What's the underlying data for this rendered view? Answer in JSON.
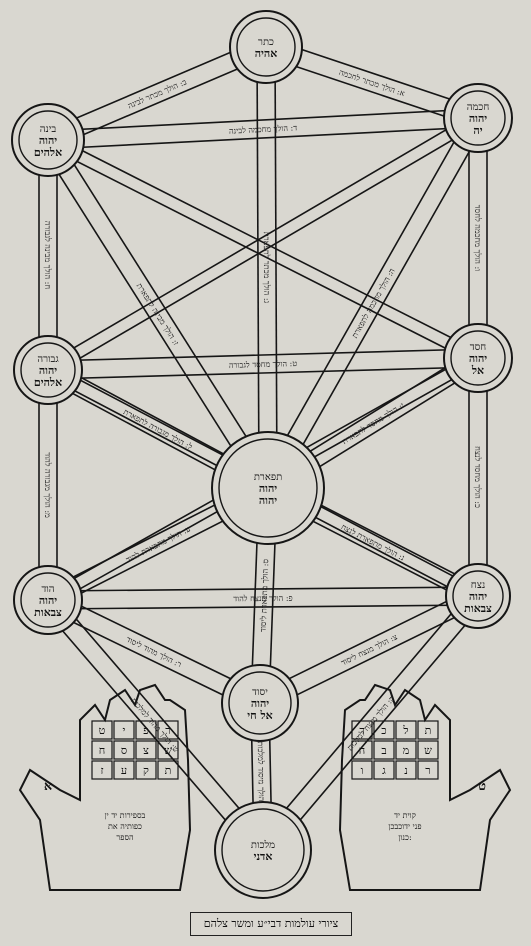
{
  "colors": {
    "paper": "#d9d7d0",
    "ink": "#161616",
    "shade": "#bdbab2"
  },
  "sefirot": [
    {
      "id": "keter",
      "lines": [
        "כתר",
        "אהיה"
      ]
    },
    {
      "id": "chokhmah",
      "lines": [
        "חכמה",
        "יהוה",
        "יה"
      ]
    },
    {
      "id": "binah",
      "lines": [
        "בינה",
        "יהוה",
        "אלהים"
      ]
    },
    {
      "id": "chesed",
      "lines": [
        "חסד",
        "יהוה",
        "אל"
      ]
    },
    {
      "id": "gevurah",
      "lines": [
        "גבורה",
        "יהוה",
        "אלהים"
      ]
    },
    {
      "id": "tiferet",
      "lines": [
        "תפארת",
        "יהוה",
        "יהוה"
      ]
    },
    {
      "id": "netzach",
      "lines": [
        "נצח",
        "יהוה",
        "צבאות"
      ]
    },
    {
      "id": "hod",
      "lines": [
        "הוד",
        "יהוה",
        "צבאות"
      ]
    },
    {
      "id": "yesod",
      "lines": [
        "יסוד",
        "יהוה",
        "אל חי"
      ]
    },
    {
      "id": "malkhut",
      "lines": [
        "מלכות",
        "אדני"
      ]
    }
  ],
  "path_texts": [
    "א: הולך מכתר לחכמה",
    "ב: הולך מכתר לבינה",
    "ג: הולך מכתר לתפארת",
    "ד: הולך מחכמה לבינה",
    "ה: הולך מחכמה לתפארת",
    "ו: הולך מחכמה לחסד",
    "ז: הולך מבינה לתפארת",
    "ח: הולך מבינה לגבורה",
    "ט: הולך מחסד לגבורה",
    "י: הולך מחסד לתפארת",
    "כ: הולך מחסד לנצח",
    "ל: הולך מגבורה לתפארת",
    "מ: הולך מגבורה להוד",
    "נ: הולך מתפארת לנצח",
    "ס: הולך מתפארת ליסוד",
    "ע: הולך מתפארת להוד",
    "פ: הולך מנצח להוד",
    "צ: הולך מנצח ליסוד",
    "ק: הולך מנצח למלכות",
    "ר: הולך מהוד ליסוד",
    "ש: הולך מהוד למלכות",
    "ת: הולך מיסוד למלכות"
  ],
  "hands": {
    "left": {
      "finger_letters": [
        "ט",
        "ח",
        "ז",
        "י",
        "ס",
        "ע",
        "פ",
        "צ",
        "ק",
        "ר",
        "ש",
        "ת"
      ],
      "thumb_letter": "א",
      "note": [
        "בספירות יד ין",
        "כפותיה את",
        "הספר"
      ]
    },
    "right": {
      "finger_letters": [
        "ת",
        "ש",
        "ר",
        "ל",
        "מ",
        "נ",
        "כ",
        "ב",
        "ג",
        "ד",
        "ה",
        "ו"
      ],
      "thumb_letter": "ט",
      "note": [
        "קוית יד",
        "פני ידוכבכן",
        "כנון:"
      ]
    }
  },
  "caption": "ציורי עולמות דבי״ע ומשר צלהם"
}
